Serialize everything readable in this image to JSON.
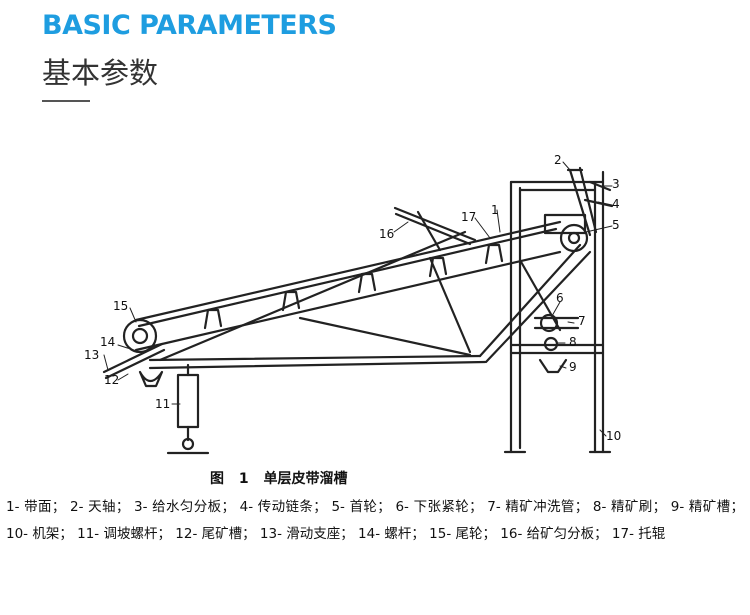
{
  "header": {
    "title_en": "BASIC PARAMETERS",
    "title_cn": "基本参数"
  },
  "diagram": {
    "labels": [
      "1",
      "2",
      "3",
      "4",
      "5",
      "6",
      "7",
      "8",
      "9",
      "10",
      "11",
      "12",
      "13",
      "14",
      "15",
      "16",
      "17"
    ],
    "caption": "图 1 单层皮带溜槽",
    "legend": "1- 带面； 2- 天轴； 3- 给水匀分板； 4- 传动链条； 5- 首轮； 6- 下张紧轮； 7- 精矿冲洗管； 8- 精矿刷； 9- 精矿槽； 10- 机架； 11- 调坡螺杆； 12- 尾矿槽； 13- 滑动支座； 14- 螺杆； 15- 尾轮； 16- 给矿匀分板； 17- 托辊"
  }
}
